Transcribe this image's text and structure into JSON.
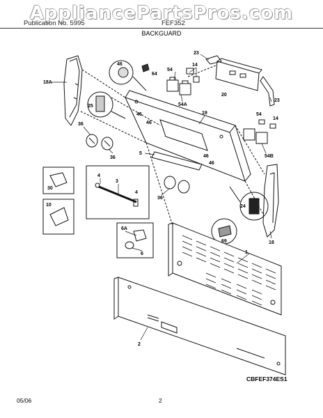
{
  "header": {
    "watermark": "AppliancePartsPros.com",
    "left_text": "Publication No. 5995",
    "right_text": "FEF352",
    "section_title": "BACKGUARD"
  },
  "diagram": {
    "code": "CBFEF374ES1",
    "labels": {
      "l18a": "18A",
      "l23a": "23",
      "l46a": "46",
      "l64": "64",
      "l54a": "54",
      "l14a": "14",
      "l20": "20",
      "l23b": "23",
      "l54A": "54A",
      "l25": "25",
      "l46b": "46",
      "l46c": "46",
      "l19": "19",
      "l36a": "36",
      "l36b": "36",
      "l54b": "54",
      "l14b": "14",
      "l5": "5",
      "l46d": "46",
      "l46e": "46",
      "l54B": "54B",
      "l4a": "4",
      "l3": "3",
      "l30": "30",
      "l4b": "4",
      "l36c": "36",
      "l24": "24",
      "l10": "10",
      "l6A": "6A",
      "l6": "6",
      "l69": "69",
      "l18b": "18",
      "l1": "1",
      "l2": "2"
    }
  },
  "footer": {
    "date": "05/06",
    "page": "2"
  }
}
